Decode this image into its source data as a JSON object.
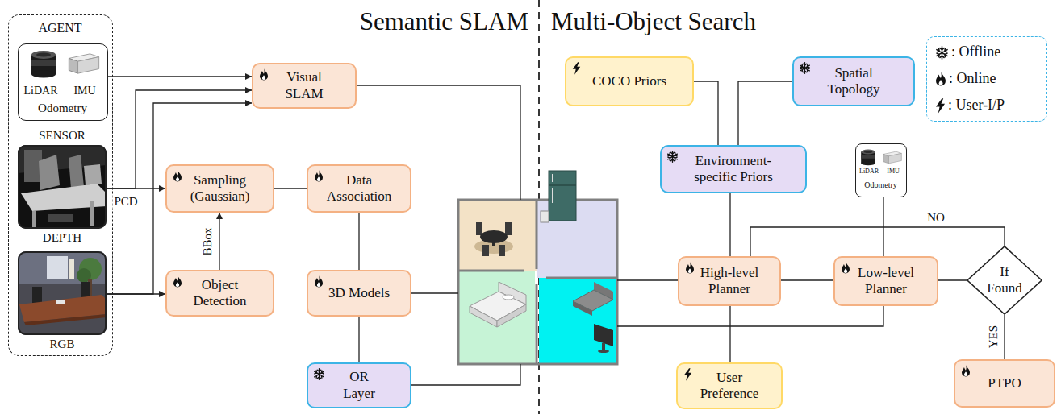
{
  "diagram": {
    "nodes": [
      {
        "text": [
          "AGENT"
        ]
      },
      {
        "text": [
          "LiDAR",
          "IMU",
          "Odometry"
        ],
        "in": 0
      },
      {
        "text": [
          "SENSOR",
          "DEPTH"
        ],
        "in": 0
      },
      {
        "text": [
          "RGB"
        ],
        "in": 0
      },
      {
        "text": [
          "Visual SLAM"
        ]
      },
      {
        "text": [
          "Sampling (Gaussian)"
        ]
      },
      {
        "text": [
          "Data Association"
        ]
      },
      {
        "text": [
          "Object Detection"
        ]
      },
      {
        "text": [
          "3D Models"
        ]
      },
      {
        "text": [
          "OR Layer"
        ]
      },
      {
        "text": [
          "COCO Priors"
        ]
      },
      {
        "text": [
          "Spatial Topology"
        ]
      },
      {
        "text": [
          "Environment- specific Priors"
        ]
      },
      {
        "text": [
          "LiDAR",
          "IMU",
          "Odometry"
        ]
      },
      {
        "text": [
          "High-level Planner"
        ]
      },
      {
        "text": [
          "Low-level Planner"
        ]
      },
      {
        "text": [
          "If Found"
        ]
      },
      {
        "text": [
          "User Preference"
        ]
      },
      {
        "text": [
          "PTPO"
        ]
      }
    ],
    "edges": [
      {
        "from": 1,
        "to": 4,
        "arrow": "to"
      },
      {
        "from": 2,
        "to": 4,
        "arrow": "to"
      },
      {
        "from": 2,
        "to": 5,
        "label": "PCD",
        "arrow": "to"
      },
      {
        "from": 3,
        "to": 4,
        "arrow": "to"
      },
      {
        "from": 3,
        "to": 7,
        "arrow": "to"
      },
      {
        "from": 7,
        "to": 5,
        "label": "BBox",
        "arrow": "to"
      },
      {
        "from": 5,
        "to": 6,
        "arrow": "none"
      },
      {
        "from": 6,
        "to": 8,
        "arrow": "none"
      },
      {
        "from": 8,
        "to": 9,
        "arrow": "none"
      },
      {
        "from": 10,
        "to": 12,
        "arrow": "none"
      },
      {
        "from": 11,
        "to": 12,
        "arrow": "none"
      },
      {
        "from": 12,
        "to": 14,
        "arrow": "none"
      },
      {
        "from": 17,
        "to": 14,
        "arrow": "none"
      },
      {
        "from": 14,
        "to": 15,
        "arrow": "none"
      },
      {
        "from": 13,
        "to": 15,
        "arrow": "none"
      },
      {
        "from": 15,
        "to": 16,
        "arrow": "none"
      },
      {
        "from": 16,
        "to": 14,
        "label": "NO",
        "arrow": "none"
      },
      {
        "from": 16,
        "to": 18,
        "label": "YES",
        "arrow": "none"
      }
    ],
    "labels": [
      "Semantic SLAM",
      "Multi-Object Search"
    ],
    "legend": [
      {
        "text": ": Offline"
      },
      {
        "text": ": Online"
      },
      {
        "text": ": User-I/P"
      }
    ]
  }
}
